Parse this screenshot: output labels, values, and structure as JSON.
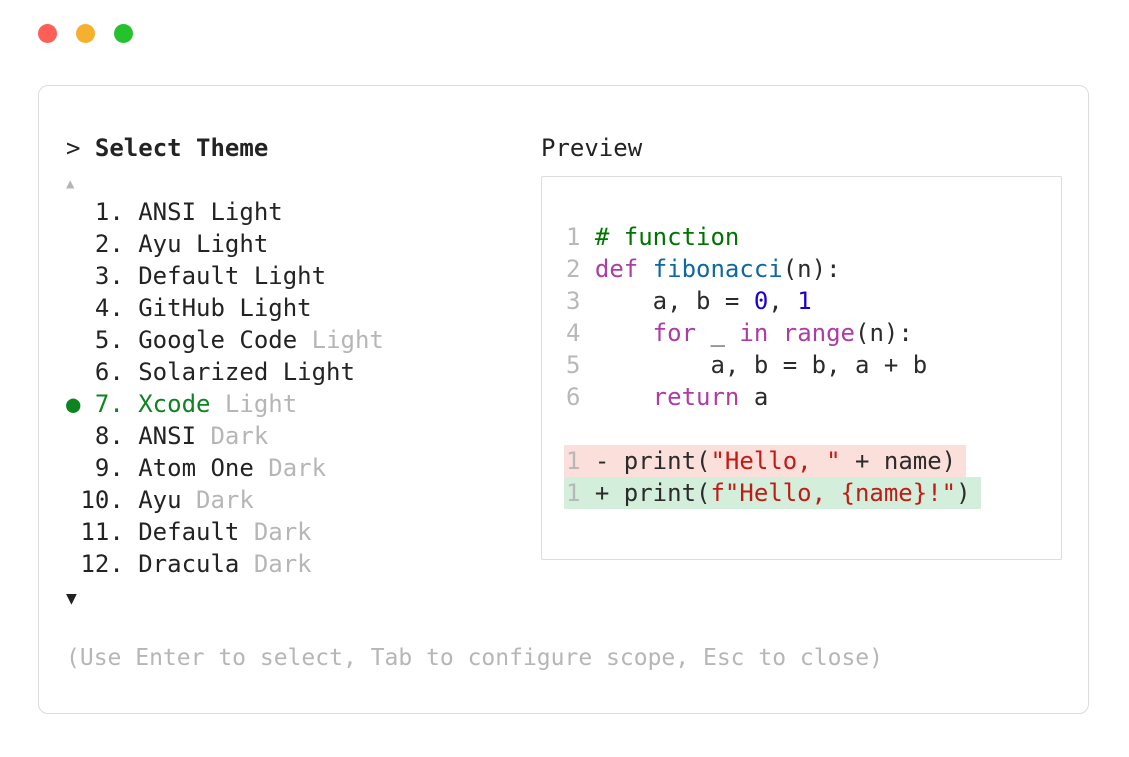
{
  "window": {
    "traffic_lights": [
      {
        "name": "close",
        "color_key": "tl_red"
      },
      {
        "name": "minimize",
        "color_key": "tl_yellow"
      },
      {
        "name": "zoom",
        "color_key": "tl_green"
      }
    ]
  },
  "theme_selector": {
    "prompt_caret": ">",
    "prompt_title": "Select Theme",
    "scroll_up_icon": "▲",
    "scroll_down_icon": "▼",
    "items": [
      {
        "number": 1,
        "name": "ANSI Light",
        "suffix": "",
        "selected": false
      },
      {
        "number": 2,
        "name": "Ayu Light",
        "suffix": "",
        "selected": false
      },
      {
        "number": 3,
        "name": "Default Light",
        "suffix": "",
        "selected": false
      },
      {
        "number": 4,
        "name": "GitHub Light",
        "suffix": "",
        "selected": false
      },
      {
        "number": 5,
        "name": "Google Code",
        "suffix": "Light",
        "selected": false
      },
      {
        "number": 6,
        "name": "Solarized Light",
        "suffix": "",
        "selected": false
      },
      {
        "number": 7,
        "name": "Xcode",
        "suffix": "Light",
        "selected": true
      },
      {
        "number": 8,
        "name": "ANSI",
        "suffix": "Dark",
        "selected": false
      },
      {
        "number": 9,
        "name": "Atom One",
        "suffix": "Dark",
        "selected": false
      },
      {
        "number": 10,
        "name": "Ayu",
        "suffix": "Dark",
        "selected": false
      },
      {
        "number": 11,
        "name": "Default",
        "suffix": "Dark",
        "selected": false
      },
      {
        "number": 12,
        "name": "Dracula",
        "suffix": "Dark",
        "selected": false
      }
    ]
  },
  "preview": {
    "title": "Preview",
    "code_lines": [
      {
        "num": "1",
        "segments": [
          {
            "t": "# function",
            "c": "comment"
          }
        ]
      },
      {
        "num": "2",
        "segments": [
          {
            "t": "def",
            "c": "keyword"
          },
          {
            "t": " ",
            "c": "plain"
          },
          {
            "t": "fibonacci",
            "c": "function"
          },
          {
            "t": "(n):",
            "c": "plain"
          }
        ]
      },
      {
        "num": "3",
        "segments": [
          {
            "t": "    a, b = ",
            "c": "plain"
          },
          {
            "t": "0",
            "c": "number"
          },
          {
            "t": ", ",
            "c": "plain"
          },
          {
            "t": "1",
            "c": "number"
          }
        ]
      },
      {
        "num": "4",
        "segments": [
          {
            "t": "    ",
            "c": "plain"
          },
          {
            "t": "for",
            "c": "keyword"
          },
          {
            "t": " _ ",
            "c": "plain"
          },
          {
            "t": "in",
            "c": "keyword"
          },
          {
            "t": " ",
            "c": "plain"
          },
          {
            "t": "range",
            "c": "keyword"
          },
          {
            "t": "(n):",
            "c": "plain"
          }
        ]
      },
      {
        "num": "5",
        "segments": [
          {
            "t": "        a, b = b, a + b",
            "c": "plain"
          }
        ]
      },
      {
        "num": "6",
        "segments": [
          {
            "t": "    ",
            "c": "plain"
          },
          {
            "t": "return",
            "c": "keyword"
          },
          {
            "t": " a",
            "c": "plain"
          }
        ]
      },
      {
        "num": "",
        "segments": []
      },
      {
        "num": "1",
        "diff": "removed",
        "segments": [
          {
            "t": "- print(",
            "c": "plain"
          },
          {
            "t": "\"Hello, \"",
            "c": "string"
          },
          {
            "t": " + name)",
            "c": "plain"
          }
        ]
      },
      {
        "num": "1",
        "diff": "added",
        "segments": [
          {
            "t": "+ print(",
            "c": "plain"
          },
          {
            "t": "f\"Hello, {name}!\"",
            "c": "string"
          },
          {
            "t": ")",
            "c": "plain"
          }
        ]
      }
    ]
  },
  "footer": {
    "help_text": "(Use Enter to select, Tab to configure scope, Esc to close)"
  },
  "colors": {
    "text": "#232323",
    "code_text": "#2b2b2b",
    "dim": "#b6b6b6",
    "border": "#dcdcdc",
    "accent_green": "#0e8420",
    "comment": "#007400",
    "keyword": "#ad3da4",
    "function_name": "#0f68a0",
    "number": "#1c00cf",
    "string": "#c41a16",
    "line_number": "#b8b8b8",
    "diff_removed_bg": "#fbdfdb",
    "diff_added_bg": "#d3eedb",
    "tl_red": "#ff5f57",
    "tl_yellow": "#f5b02d",
    "tl_green": "#24c32e"
  }
}
